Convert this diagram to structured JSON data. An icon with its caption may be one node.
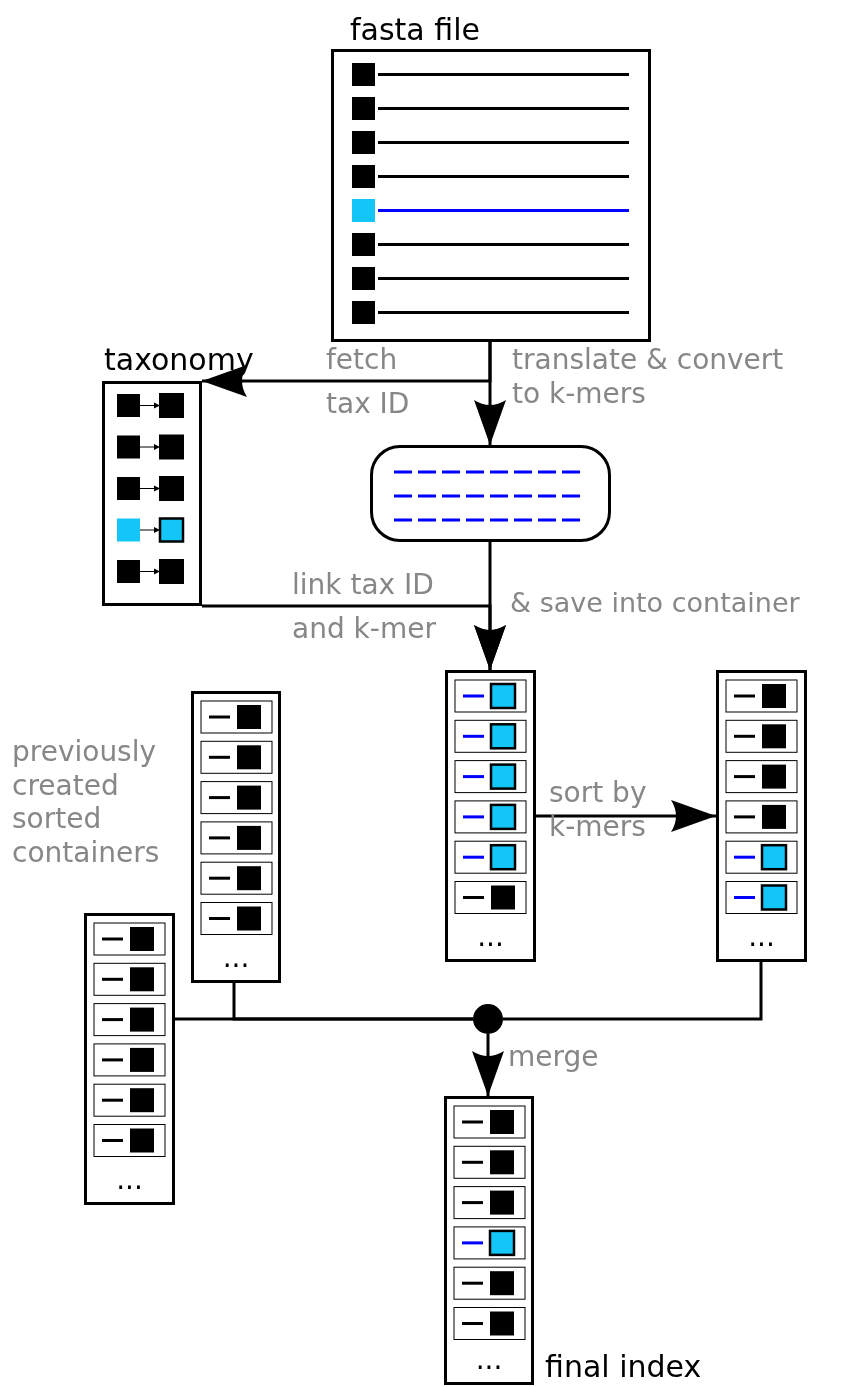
{
  "diagram": {
    "nodes": [
      {
        "text": [
          "fasta file"
        ]
      },
      {
        "text": [
          "taxonomy"
        ]
      },
      {
        "text": [],
        "shape": "box"
      },
      {
        "text": [
          "..."
        ]
      },
      {
        "text": [
          "..."
        ]
      },
      {
        "text": [
          "..."
        ]
      },
      {
        "text": [
          "..."
        ]
      },
      {
        "text": [],
        "shape": "circle"
      },
      {
        "text": [
          "..."
        ],
        "beside": [
          "final index"
        ]
      }
    ],
    "edges": [
      {
        "from": 0,
        "to": 1,
        "arrow": "to",
        "label": "fetch tax ID"
      },
      {
        "from": 0,
        "to": 2,
        "arrow": "to",
        "label": "translate & convert to k-mers"
      },
      {
        "from": 2,
        "to": 3,
        "arrow": "to",
        "label": "& save into container"
      },
      {
        "from": 1,
        "to": 3,
        "arrow": "to",
        "label": "link tax ID and k-mer"
      },
      {
        "from": 3,
        "to": 4,
        "arrow": "to",
        "label": "sort by k-mers"
      },
      {
        "from": 6,
        "to": 7,
        "arrow": "none"
      },
      {
        "from": 5,
        "to": 7,
        "arrow": "none"
      },
      {
        "from": 4,
        "to": 7,
        "arrow": "none"
      },
      {
        "from": 7,
        "to": 8,
        "arrow": "to",
        "label": "merge"
      }
    ],
    "labels": [
      "previously created sorted containers"
    ]
  }
}
